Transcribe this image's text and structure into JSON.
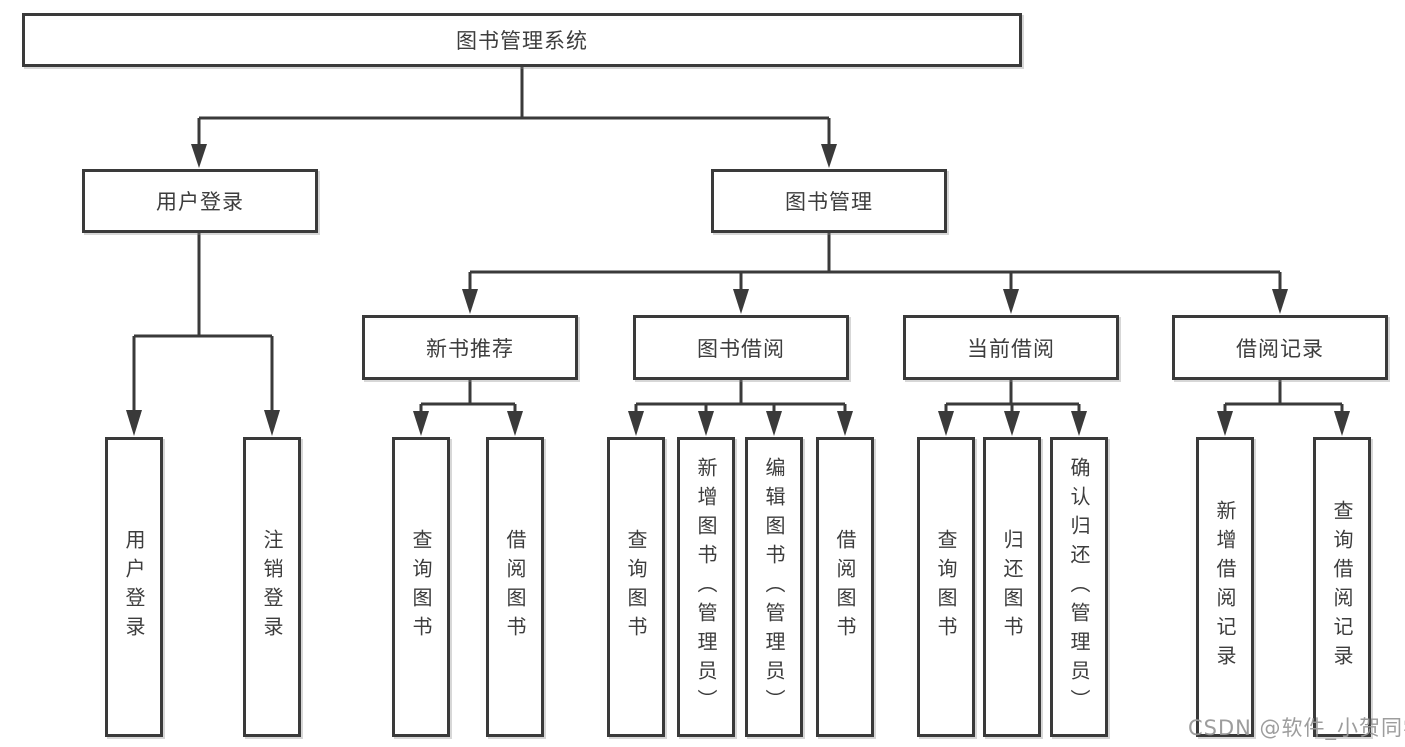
{
  "tree": {
    "root": "图书管理系统",
    "children": [
      {
        "label": "用户登录",
        "children": [
          {
            "label": "用户登录"
          },
          {
            "label": "注销登录"
          }
        ]
      },
      {
        "label": "图书管理",
        "children": [
          {
            "label": "新书推荐",
            "children": [
              {
                "label": "查询图书"
              },
              {
                "label": "借阅图书"
              }
            ]
          },
          {
            "label": "图书借阅",
            "children": [
              {
                "label": "查询图书"
              },
              {
                "label": "新增图书（管理员）"
              },
              {
                "label": "编辑图书（管理员）"
              },
              {
                "label": "借阅图书"
              }
            ]
          },
          {
            "label": "当前借阅",
            "children": [
              {
                "label": "查询图书"
              },
              {
                "label": "归还图书"
              },
              {
                "label": "确认归还（管理员）"
              }
            ]
          },
          {
            "label": "借阅记录",
            "children": [
              {
                "label": "新增借阅记录"
              },
              {
                "label": "查询借阅记录"
              }
            ]
          }
        ]
      }
    ]
  },
  "watermark": "CSDN @软件_小贺同学",
  "colors": {
    "line": "#3a3a3a",
    "text": "#3d3d3d",
    "background": "#ffffff",
    "watermark": "#989898"
  }
}
